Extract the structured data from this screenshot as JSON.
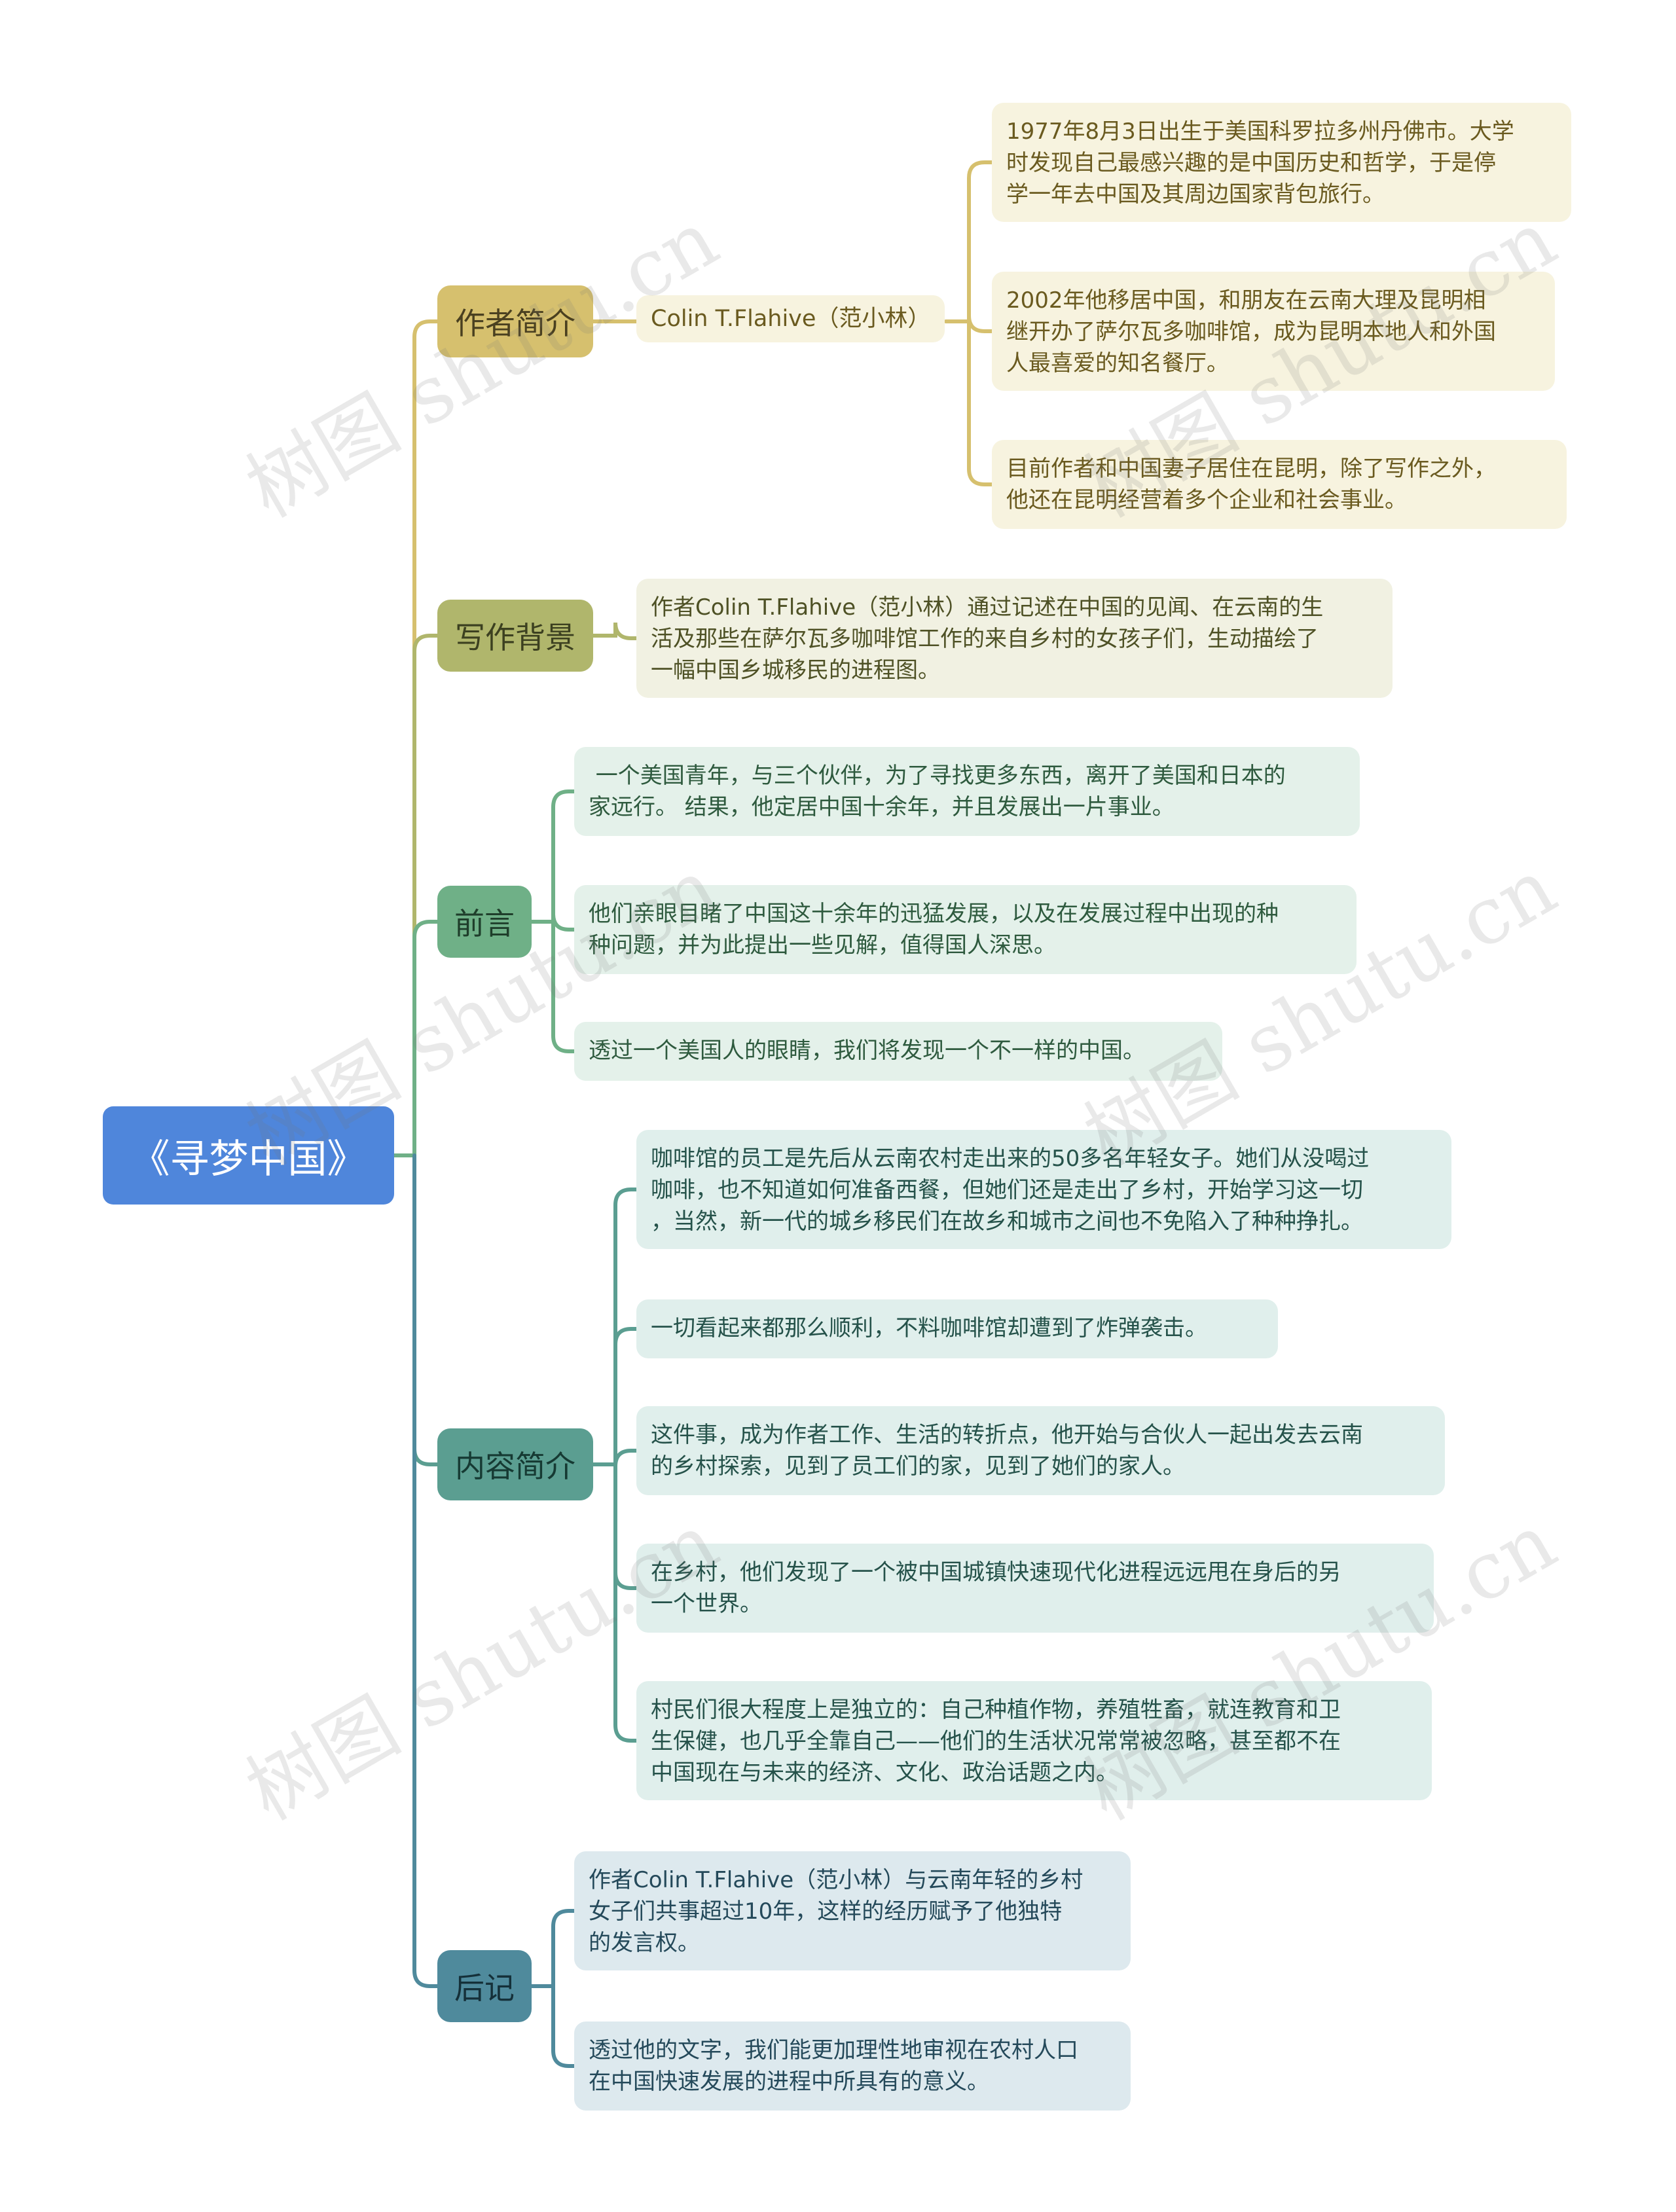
{
  "root": {
    "label": "《寻梦中国》"
  },
  "branches": [
    {
      "label": "作者简介",
      "sub": "Colin T.Flahive（范小林）",
      "leaves": [
        [
          "1977年8月3日出生于美国科罗拉多州丹佛市。大学",
          "时发现自己最感兴趣的是中国历史和哲学，于是停",
          "学一年去中国及其周边国家背包旅行。"
        ],
        [
          "2002年他移居中国，和朋友在云南大理及昆明相",
          "继开办了萨尔瓦多咖啡馆，成为昆明本地人和外国",
          "人最喜爱的知名餐厅。"
        ],
        [
          "目前作者和中国妻子居住在昆明，除了写作之外，",
          "他还在昆明经营着多个企业和社会事业。"
        ]
      ]
    },
    {
      "label": "写作背景",
      "leaves": [
        [
          "作者Colin T.Flahive（范小林）通过记述在中国的见闻、在云南的生",
          "活及那些在萨尔瓦多咖啡馆工作的来自乡村的女孩子们，生动描绘了",
          "一幅中国乡城移民的进程图。"
        ]
      ]
    },
    {
      "label": "前言",
      "leaves": [
        [
          " 一个美国青年，与三个伙伴，为了寻找更多东西，离开了美国和日本的",
          "家远行。 结果，他定居中国十余年，并且发展出一片事业。"
        ],
        [
          "他们亲眼目睹了中国这十余年的迅猛发展，以及在发展过程中出现的种",
          "种问题，并为此提出一些见解，值得国人深思。"
        ],
        [
          "透过一个美国人的眼睛，我们将发现一个不一样的中国。"
        ]
      ]
    },
    {
      "label": "内容简介",
      "leaves": [
        [
          "咖啡馆的员工是先后从云南农村走出来的50多名年轻女子。她们从没喝过",
          "咖啡，也不知道如何准备西餐，但她们还是走出了乡村，开始学习这一切",
          "，当然，新一代的城乡移民们在故乡和城市之间也不免陷入了种种挣扎。"
        ],
        [
          "一切看起来都那么顺利，不料咖啡馆却遭到了炸弹袭击。"
        ],
        [
          "这件事，成为作者工作、生活的转折点，他开始与合伙人一起出发去云南",
          "的乡村探索，见到了员工们的家，见到了她们的家人。"
        ],
        [
          "在乡村，他们发现了一个被中国城镇快速现代化进程远远甩在身后的另",
          "一个世界。"
        ],
        [
          "村民们很大程度上是独立的：自己种植作物，养殖牲畜，就连教育和卫",
          "生保健，也几乎全靠自己——他们的生活状况常常被忽略，甚至都不在",
          "中国现在与未来的经济、文化、政治话题之内。"
        ]
      ]
    },
    {
      "label": "后记",
      "leaves": [
        [
          "作者Colin T.Flahive（范小林）与云南年轻的乡村",
          "女子们共事超过10年，这样的经历赋予了他独特",
          "的发言权。"
        ],
        [
          "透过他的文字，我们能更加理性地审视在农村人口",
          "在中国快速发展的进程中所具有的意义。"
        ]
      ]
    }
  ],
  "watermark": "树图 shutu.cn",
  "colors": {
    "root": "#4f86db",
    "branch_1": "#d6c06e",
    "branch_2": "#b0b66c",
    "branch_3": "#6fb087",
    "branch_4": "#5b9e91",
    "branch_5": "#4f8a9c"
  }
}
